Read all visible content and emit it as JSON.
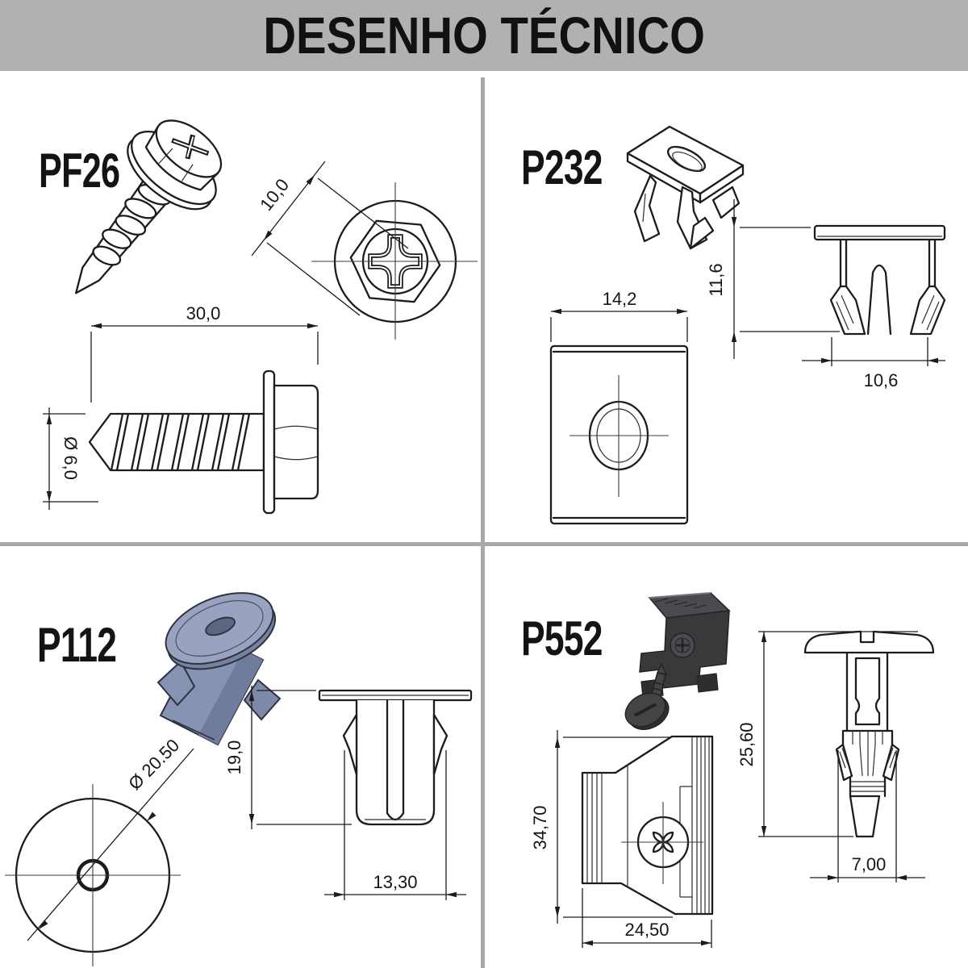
{
  "header": {
    "title": "DESENHO TÉCNICO"
  },
  "parts": {
    "pf26": {
      "label": "PF26",
      "dims": {
        "head_af": "10,0",
        "length": "30,0",
        "diameter": "Ø 6,0"
      }
    },
    "p232": {
      "label": "P232",
      "dims": {
        "width": "14,2",
        "height": "11,6",
        "base_width": "10,6"
      }
    },
    "p112": {
      "label": "P112",
      "dims": {
        "flange_diameter": "Ø 20.50",
        "height": "19,0",
        "body_width": "13,30"
      }
    },
    "p552": {
      "label": "P552",
      "dims": {
        "bracket_height": "34,70",
        "bracket_width": "24,50",
        "pin_height": "25,60",
        "pin_tip_width": "7,00"
      }
    }
  }
}
